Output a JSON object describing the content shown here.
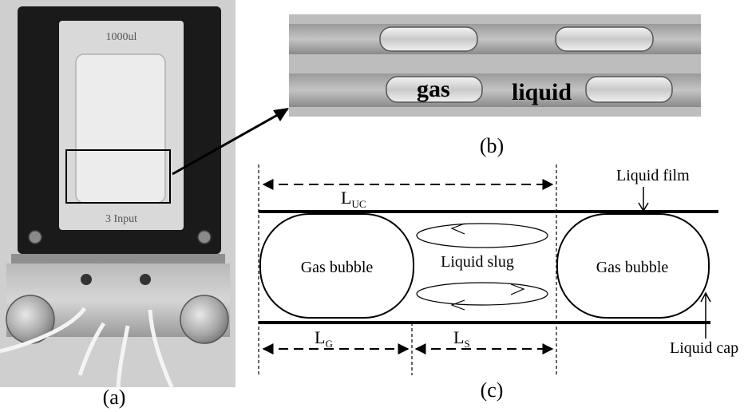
{
  "panel_a": {
    "caption": "(a)",
    "chip_top_label": "1000ul",
    "chip_bottom_label": "3 Input"
  },
  "panel_b": {
    "caption": "(b)",
    "gas_label": "gas",
    "liquid_label": "liquid"
  },
  "panel_c": {
    "caption": "(c)",
    "unit_cell_label": "L",
    "unit_cell_sub": "UC",
    "gas_length_label": "L",
    "gas_length_sub": "G",
    "slug_length_label": "L",
    "slug_length_sub": "S",
    "left_bubble_label": "Gas bubble",
    "right_bubble_label": "Gas bubble",
    "slug_label": "Liquid slug",
    "film_label": "Liquid film",
    "cap_label": "Liquid cap"
  }
}
